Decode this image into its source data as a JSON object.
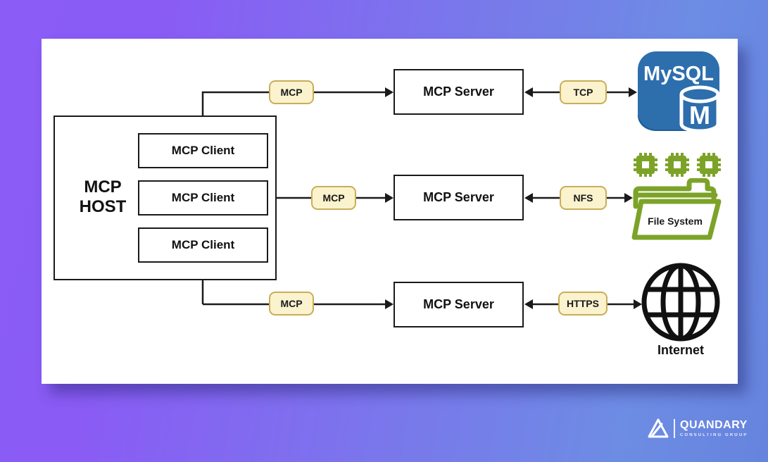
{
  "canvas": {
    "bg_gradient_left": "#8B5CF6",
    "bg_gradient_right": "#6684DD",
    "card_color": "#FFFFFF",
    "line_color": "#1A1A1A"
  },
  "host": {
    "title_line1": "MCP",
    "title_line2": "HOST",
    "clients": [
      "MCP Client",
      "MCP Client",
      "MCP Client"
    ]
  },
  "servers": [
    "MCP Server",
    "MCP Server",
    "MCP Server"
  ],
  "connections": {
    "mcp_labels": [
      "MCP",
      "MCP",
      "MCP"
    ],
    "transport_labels": [
      "TCP",
      "NFS",
      "HTTPS"
    ],
    "label_fill": "#FBF2CE",
    "label_border": "#C9AE58"
  },
  "resources": {
    "mysql": {
      "title": "MySQL",
      "badge_letter": "M",
      "color": "#2D6EAD"
    },
    "filesystem": {
      "label": "File System",
      "color": "#7CA328"
    },
    "internet": {
      "label": "Internet",
      "color": "#111111"
    }
  },
  "branding": {
    "company": "QUANDARY",
    "tagline": "CONSULTING GROUP"
  }
}
